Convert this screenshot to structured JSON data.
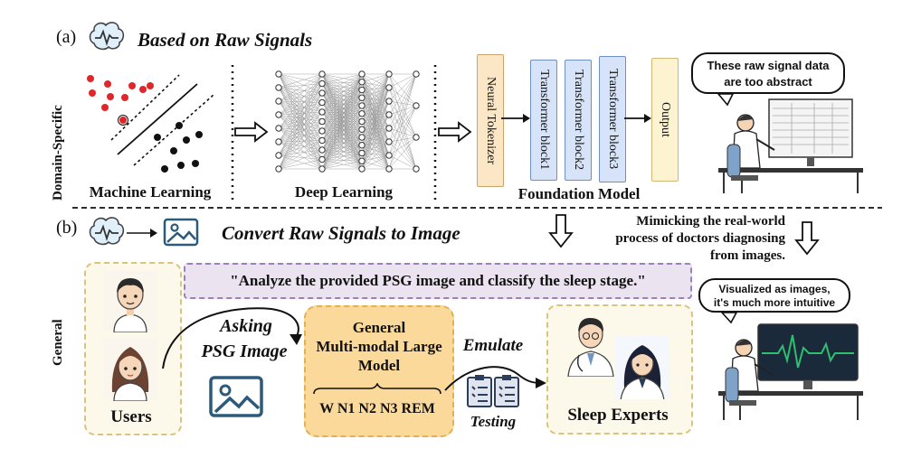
{
  "section_a": {
    "label": "(a)",
    "title": "Based on Raw Signals",
    "side_label": "Domain-Specific",
    "captions": {
      "ml": "Machine Learning",
      "dl": "Deep Learning",
      "fm": "Foundation Model"
    },
    "blocks": {
      "tokenizer": "Neural Tokenizer",
      "tf1": "Transformer block1",
      "tf2": "Transformer block2",
      "tf3": "Transformer block3",
      "output": "Output"
    },
    "doctor_bubble": {
      "line1": "These raw signal data",
      "line2": "are too abstract"
    }
  },
  "section_b": {
    "label": "(b)",
    "title": "Convert Raw Signals to Image",
    "side_label": "General",
    "mimic_text": {
      "line1": "Mimicking the real-world",
      "line2": "process of doctors diagnosing",
      "line3": "from images."
    },
    "prompt": "\"Analyze the provided PSG image and classify the sleep stage.\"",
    "users_label": "Users",
    "asking": "Asking",
    "psg_image": "PSG Image",
    "model": {
      "line1": "General",
      "line2": "Multi-modal Large",
      "line3": "Model",
      "stages": "W N1 N2 N3 REM"
    },
    "emulate": "Emulate",
    "testing": "Testing",
    "experts_label": "Sleep Experts",
    "doctor_bubble": {
      "line1": "Visualized as images,",
      "line2": "it's much more intuitive"
    }
  },
  "colors": {
    "red_points": "#e0262a",
    "black_points": "#111111",
    "tokenizer": "#fbe7c6",
    "transformer": "#d6e3f8",
    "output": "#fdf3d0",
    "prompt_bg": "#ece3f0",
    "model_bg": "#fbd99a",
    "ecg_line": "#2a8f5c"
  }
}
